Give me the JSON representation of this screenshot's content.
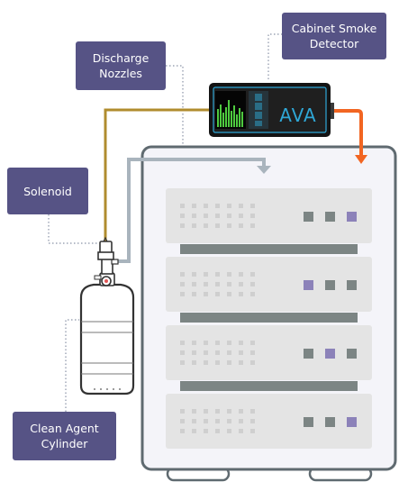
{
  "labels": {
    "cabinet_smoke_detector": [
      "Cabinet Smoke",
      "Detector"
    ],
    "discharge_nozzles": [
      "Discharge",
      "Nozzles"
    ],
    "solenoid": [
      "Solenoid"
    ],
    "clean_agent_cylinder": [
      "Clean Agent",
      "Cylinder"
    ]
  },
  "detector": {
    "brand": "AVA"
  },
  "rack": {
    "unit_count": 4,
    "indicator_pattern": [
      "gray",
      "gray",
      "purple"
    ]
  },
  "colors": {
    "label_bg": "#565385",
    "label_text": "#ffffff",
    "detector_body": "#141414",
    "detector_accent": "#2fa7d6",
    "sampling_pipe": "#f26522",
    "discharge_pipe": "#a9b4bd",
    "solenoid_wire": "#b08c2e",
    "cabinet_fill": "#f4f4f9",
    "cabinet_stroke": "#5f6a70",
    "server_fill": "#e4e4e4",
    "server_dot": "#cfcfcf",
    "indicator_gray": "#7c8584",
    "indicator_purple": "#8c82b9",
    "leader_line": "#8a93a6"
  }
}
